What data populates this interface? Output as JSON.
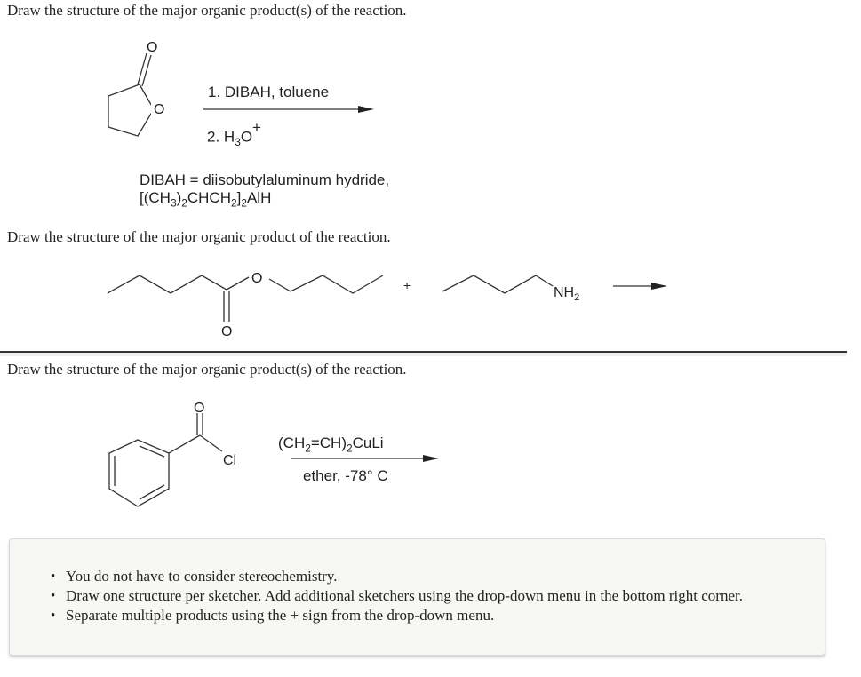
{
  "questions": [
    {
      "prompt": "Draw the structure of the major organic product(s) of the reaction.",
      "reactant": "gamma-butyrolactone",
      "atoms": {
        "carbonyl_o": "O",
        "ring_o": "O"
      },
      "reagents": {
        "step1": "1. DIBAH, toluene",
        "step2_prefix": "2. H",
        "step2_sub": "3",
        "step2_o": "O",
        "step2_sup": "+"
      },
      "note": {
        "line1": "DIBAH = diisobutylaluminum hydride,",
        "line2_parts": [
          "[(CH",
          "3",
          ")",
          "2",
          "CHCH",
          "2",
          "]",
          "2",
          "AlH"
        ]
      }
    },
    {
      "prompt": "Draw the structure of the major organic product of the reaction.",
      "reactant1": "butyl pentanoate",
      "reactant2": "butylamine",
      "atoms": {
        "ester_o": "O",
        "carbonyl_o": "O",
        "amine": "NH",
        "amine_sub": "2"
      },
      "plus": "+"
    },
    {
      "prompt": "Draw the structure of the major organic product(s) of the reaction.",
      "reactant": "benzoyl chloride",
      "atoms": {
        "carbonyl_o": "O",
        "chloride": "Cl"
      },
      "reagents": {
        "above_parts": [
          "(CH",
          "2",
          "=CH)",
          "2",
          "CuLi"
        ],
        "below": "ether, -78° C"
      }
    }
  ],
  "instructions": [
    "You do not have to consider stereochemistry.",
    "Draw one structure per sketcher. Add additional sketchers using the drop-down menu in the bottom right corner.",
    "Separate multiple products using the + sign from the drop-down menu."
  ]
}
